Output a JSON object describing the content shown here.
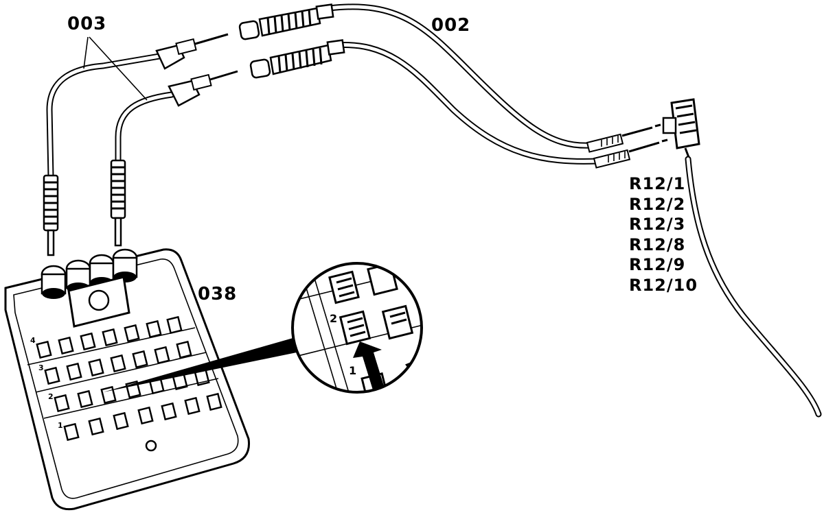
{
  "callouts": {
    "test_cable_set": "003",
    "adapter_cable": "002",
    "test_box": "038"
  },
  "connector_pins": [
    "R12/1",
    "R12/2",
    "R12/3",
    "R12/8",
    "R12/9",
    "R12/10"
  ],
  "zoom_detail": {
    "row_label_upper": "2",
    "row_label_lower": "1"
  },
  "test_box_row_labels": [
    "4",
    "3",
    "2",
    "1"
  ]
}
